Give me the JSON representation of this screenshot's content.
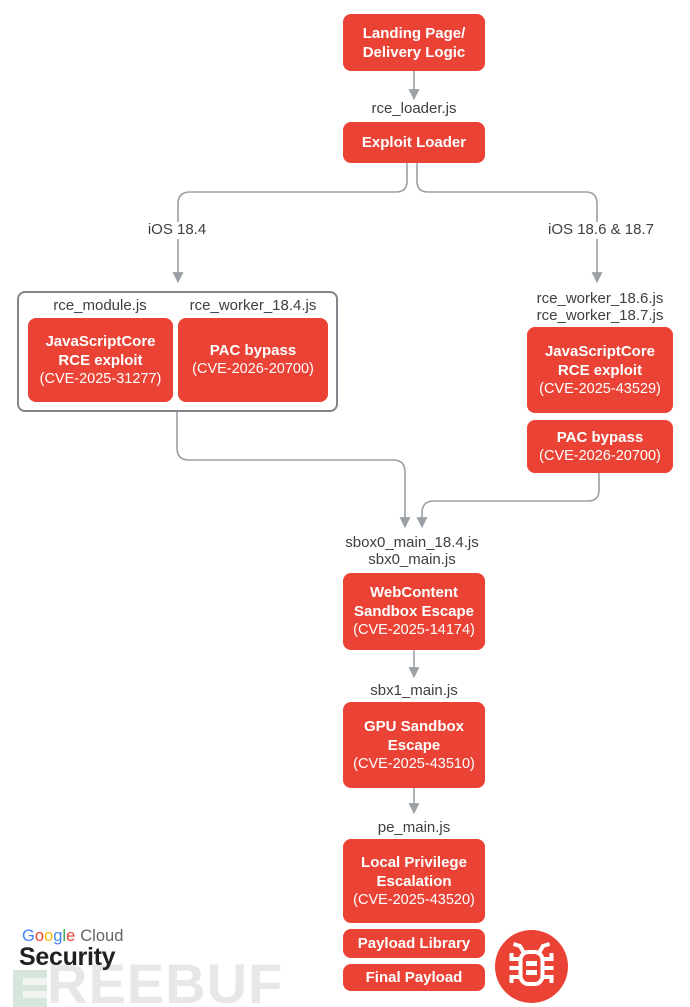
{
  "palette": {
    "box_red": "#ea4335",
    "wire_gray": "#9aa0a6",
    "label_gray": "#3c4043",
    "container_border_gray": "#80868b",
    "security_dark": "#202124",
    "cloud_gray": "#5f6368",
    "watermark_gray": "#e7e8e6",
    "watermark_logo_green": "#d7e6dd"
  },
  "diagram": {
    "landing": {
      "line1": "Landing Page/",
      "line2": "Delivery Logic"
    },
    "loader_file": "rce_loader.js",
    "exploit_loader": "Exploit Loader",
    "branch_left": "iOS 18.4",
    "branch_right": "iOS 18.6 & 18.7",
    "left_group": {
      "module_file": "rce_module.js",
      "worker_file": "rce_worker_18.4.js",
      "jsc": {
        "line1": "JavaScriptCore",
        "line2": "RCE exploit",
        "cve": "(CVE-2025-31277)"
      },
      "pac": {
        "line1": "PAC bypass",
        "cve": "(CVE-2026-20700)"
      }
    },
    "right_group": {
      "worker_file_1": "rce_worker_18.6.js",
      "worker_file_2": "rce_worker_18.7.js",
      "jsc": {
        "line1": "JavaScriptCore",
        "line2": "RCE exploit",
        "cve": "(CVE-2025-43529)"
      },
      "pac": {
        "line1": "PAC bypass",
        "cve": "(CVE-2026-20700)"
      }
    },
    "sbox_file_1": "sbox0_main_18.4.js",
    "sbox_file_2": "sbx0_main.js",
    "webcontent": {
      "line1": "WebContent",
      "line2": "Sandbox Escape",
      "cve": "(CVE-2025-14174)"
    },
    "sbx1_file": "sbx1_main.js",
    "gpu": {
      "line1": "GPU Sandbox",
      "line2": "Escape",
      "cve": "(CVE-2025-43510)"
    },
    "pe_file": "pe_main.js",
    "lpe": {
      "line1": "Local Privilege",
      "line2": "Escalation",
      "cve": "(CVE-2025-43520)"
    },
    "payload_library": "Payload Library",
    "final_payload": "Final Payload"
  },
  "footer": {
    "google_letters": [
      {
        "ch": "G",
        "color": "#4285f4"
      },
      {
        "ch": "o",
        "color": "#ea4335"
      },
      {
        "ch": "o",
        "color": "#fbbc04"
      },
      {
        "ch": "g",
        "color": "#4285f4"
      },
      {
        "ch": "l",
        "color": "#34a853"
      },
      {
        "ch": "e",
        "color": "#ea4335"
      }
    ],
    "cloud_label": "Cloud",
    "security_label": "Security",
    "bug_icon": "bug-icon"
  },
  "watermark": {
    "text": "REEBUF",
    "logo": "freebuf-logo-mark"
  }
}
